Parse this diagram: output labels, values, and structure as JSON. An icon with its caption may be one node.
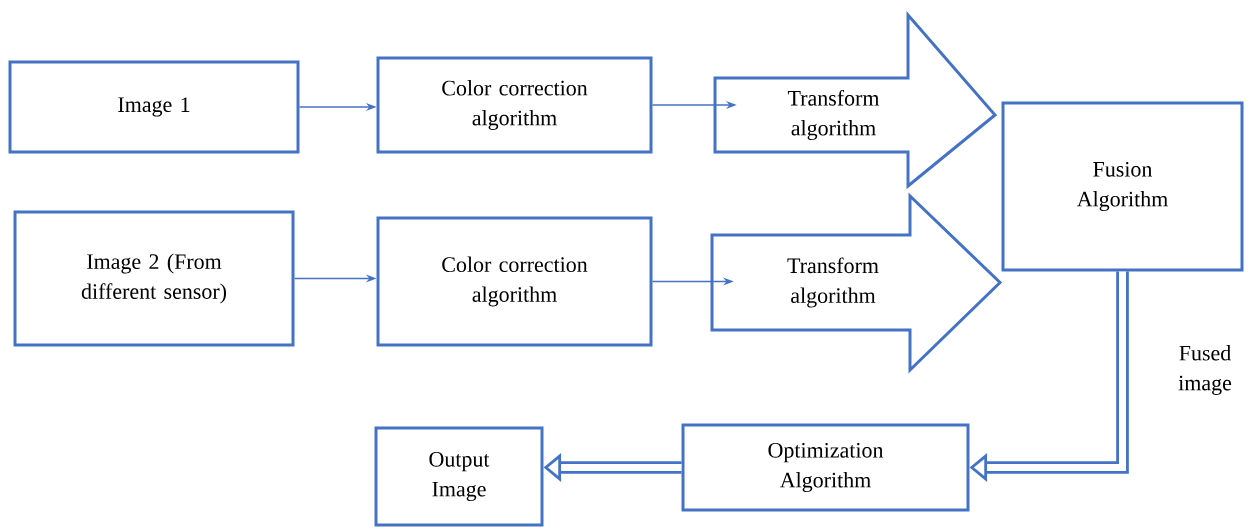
{
  "diagram": {
    "nodes": [
      {
        "text": [
          "Image 1"
        ]
      },
      {
        "text": [
          "Color correction algorithm"
        ]
      },
      {
        "text": [
          "Transform algorithm"
        ]
      },
      {
        "text": [
          "Fusion Algorithm"
        ]
      },
      {
        "text": [
          "Image 2 (From different sensor)"
        ]
      },
      {
        "text": [
          "Color correction algorithm"
        ]
      },
      {
        "text": [
          "Transform algorithm"
        ]
      },
      {
        "text": [
          "Optimization Algorithm"
        ]
      },
      {
        "text": [
          "Output Image"
        ]
      }
    ],
    "edges": [
      {
        "from": 0,
        "to": 1,
        "arrow": "to"
      },
      {
        "from": 1,
        "to": 2,
        "arrow": "to"
      },
      {
        "from": 4,
        "to": 5,
        "arrow": "to"
      },
      {
        "from": 5,
        "to": 6,
        "arrow": "to"
      },
      {
        "from": 3,
        "to": 7,
        "arrow": "to",
        "label": "Fused image",
        "style": "thick"
      },
      {
        "from": 7,
        "to": 8,
        "arrow": "to",
        "style": "thick"
      }
    ]
  }
}
